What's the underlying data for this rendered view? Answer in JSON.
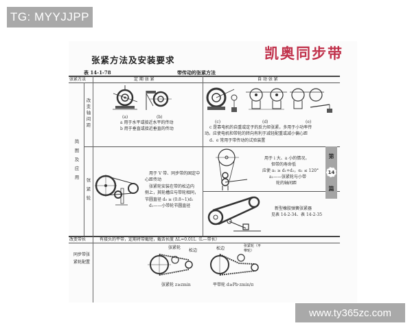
{
  "watermarks": {
    "top_left": "TG: MYYJJPP",
    "bottom_right": "www.ty365zc.com"
  },
  "page": {
    "heading": "张紧方法及安装要求",
    "brand": "凯奥同步带",
    "table_number": "表 14-1-78",
    "table_title": "带传动的张紧方法",
    "header": {
      "method": "张紧方法",
      "fixed": "定 期 张 紧",
      "auto": "自 动 张 紧"
    },
    "row_group_label": "简图及应用",
    "rows": {
      "center_distance": {
        "label": "改变轴间距",
        "fig_labels": [
          "(a)",
          "(b)",
          "(c)",
          "(d)",
          "(e)"
        ],
        "fixed_notes": [
          "a 用于水平或接近水平的传动",
          "b 用于垂直或接近垂直的传动"
        ],
        "auto_notes": [
          "c 是靠电机的自重或定子的反力矩张紧，多用于小功率传",
          "动。应使电机和带轮的转向有利于减轻配重或减小偏心距",
          "d、e 常用于带传动的试验装置"
        ]
      },
      "idler": {
        "label": "张紧轮",
        "fixed_notes": [
          "用于 V 带、同步带的固定中",
          "心距传动",
          "张紧轮安装在带的松边内",
          "侧上，其轮槽应与带轮相同，",
          "节圆直径 d₀ ≥ (0.8~1)d₁",
          "d₁——小带轮节圆直径"
        ],
        "auto_notes_top": [
          "用于 i 大、a 小的情况，",
          "但带的寿命低",
          "应使 a₁ ≥ d₁+d₂，α₁ ≤ 120°",
          "a₁——张紧轮与小带",
          "轮的轴间距"
        ],
        "auto_notes_bottom": [
          "新型橡胶弹簧张紧器",
          "见表 14-2-34、表 14-2-35"
        ]
      },
      "belt_length": {
        "label": "改变带长",
        "note": "有接头的平带，定期将带截短，截去长度 ΔL=0.01L（L—带长）"
      },
      "sync_idler": {
        "label": "同步带张紧轮配置",
        "fig_labels": {
          "idler": "张紧轮",
          "slack": "松边",
          "slack2": "松边",
          "idler_flat": "张紧轮（平带轮）",
          "caption_left": "张紧轮 z≥zmin",
          "caption_right": "平带轮 d≥Pb·zmin/π"
        }
      }
    },
    "side_tab": {
      "top": "第",
      "number": "14",
      "bottom": "篇"
    }
  },
  "colors": {
    "brand_red": "#c0304a",
    "watermark_bg": "#a9a9a9",
    "side_tab_bg": "#a5a5a5"
  }
}
